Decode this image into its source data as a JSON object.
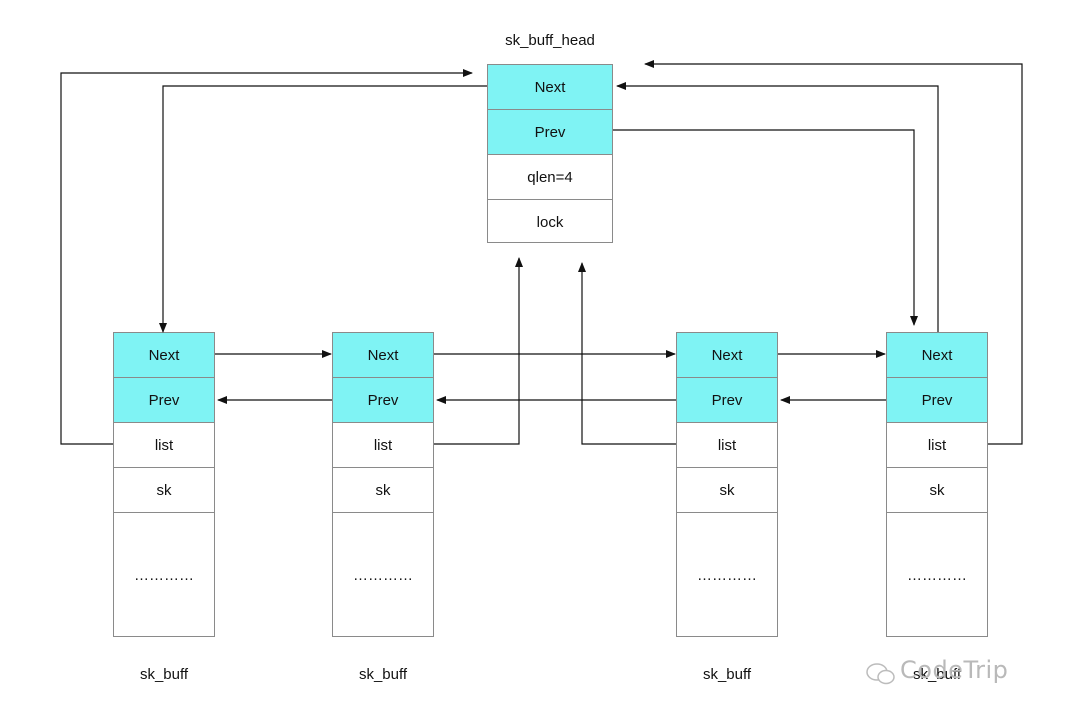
{
  "head": {
    "title": "sk_buff_head",
    "cells": [
      "Next",
      "Prev",
      "qlen=4",
      "lock"
    ]
  },
  "buffers": [
    {
      "cells": [
        "Next",
        "Prev",
        "list",
        "sk",
        "…………"
      ],
      "label": "sk_buff"
    },
    {
      "cells": [
        "Next",
        "Prev",
        "list",
        "sk",
        "…………"
      ],
      "label": "sk_buff"
    },
    {
      "cells": [
        "Next",
        "Prev",
        "list",
        "sk",
        "…………"
      ],
      "label": "sk_buff"
    },
    {
      "cells": [
        "Next",
        "Prev",
        "list",
        "sk",
        "…………"
      ],
      "label": "sk_buff"
    }
  ],
  "watermark": "CodeTrip",
  "colors": {
    "highlight": "#7ff3f4",
    "border": "#8a8a8a",
    "arrow": "#111111"
  }
}
